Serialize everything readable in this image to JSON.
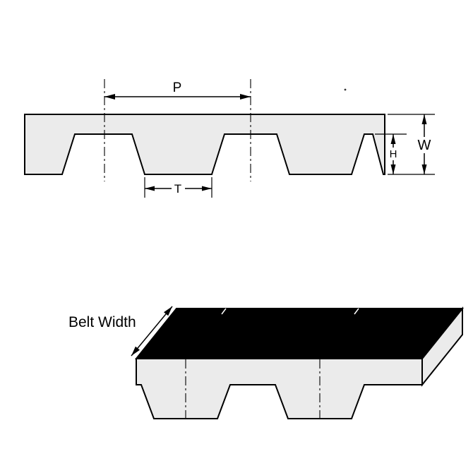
{
  "labels": {
    "pitch": "P",
    "tooth_width": "T",
    "tooth_height": "H",
    "belt_thickness": "W",
    "belt_width": "Belt Width"
  },
  "colors": {
    "belt_fill": "#ebebeb",
    "outline": "#000000",
    "top_surface": "#000000",
    "background": "#ffffff"
  }
}
